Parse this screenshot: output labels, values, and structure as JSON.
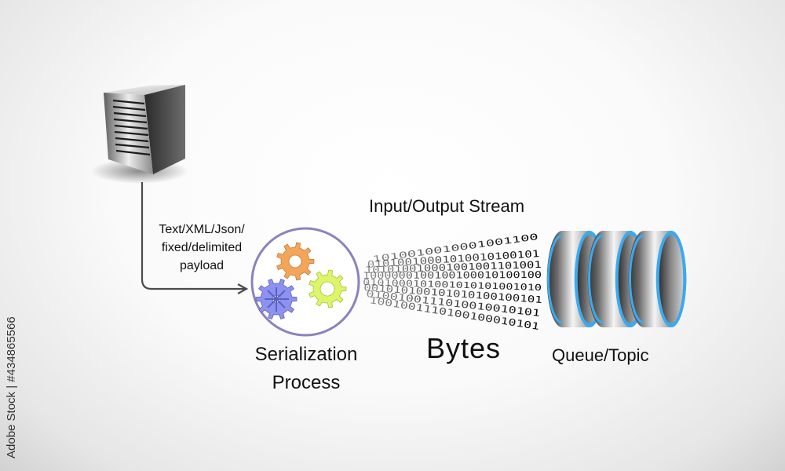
{
  "diagram": {
    "payload_lines": [
      "Text/XML/Json/",
      "fixed/delimited",
      "payload"
    ],
    "stream_title": "Input/Output Stream",
    "bytes_label": "Bytes",
    "process_lines": [
      "Serialization",
      "Process"
    ],
    "queue_label": "Queue/Topic",
    "binary_rows": [
      "1010010010001001100",
      "01010010001010010100101",
      "101010010001001001101001",
      "1000000100100100010100100",
      "0101000101001010101001010",
      "001010100101010100100101",
      "0100100111010010010101",
      "1001001110100100010101"
    ],
    "stock_id": "Adobe Stock | #434865566"
  },
  "colors": {
    "gear_top": "#f5a55a",
    "gear_left": "#8c92ee",
    "gear_right": "#dcf56a",
    "circle_border": "#8a82be",
    "disk_accent": "#39aaf0"
  }
}
